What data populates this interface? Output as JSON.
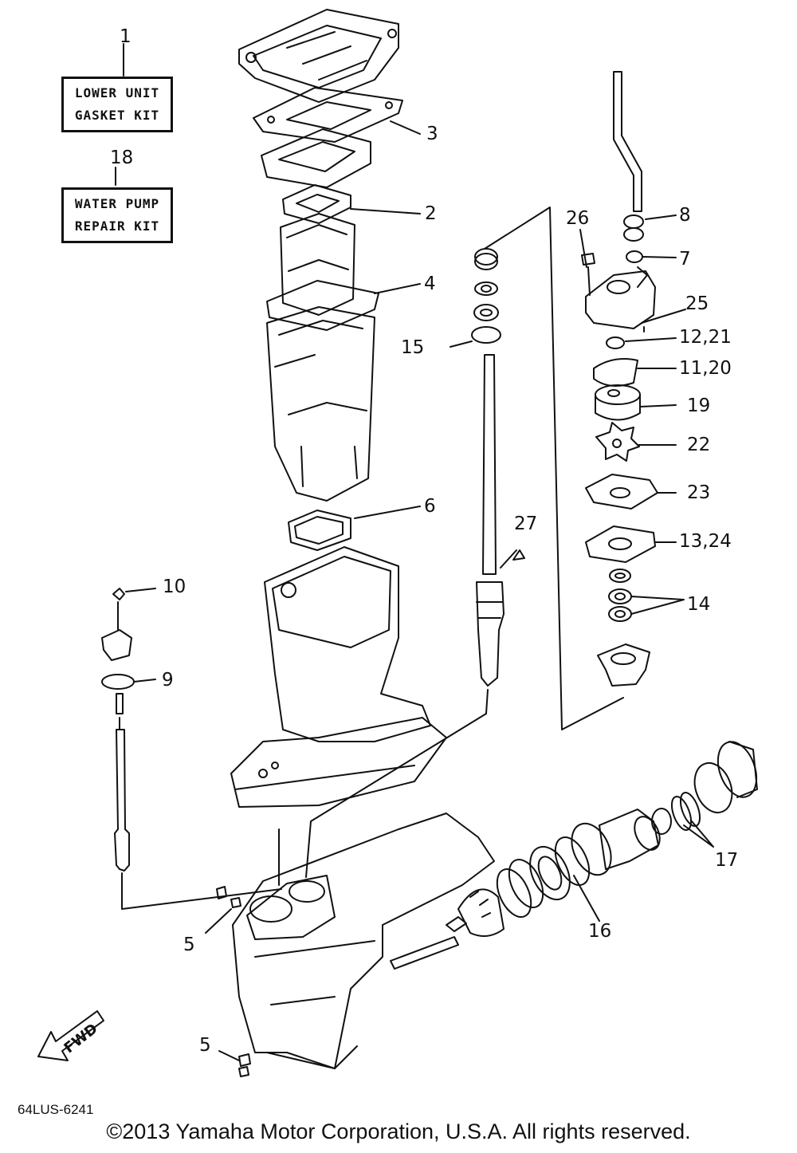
{
  "kits": [
    {
      "number": "1",
      "line1": "LOWER UNIT",
      "line2": "GASKET KIT"
    },
    {
      "number": "18",
      "line1": "WATER PUMP",
      "line2": "REPAIR KIT"
    }
  ],
  "callouts": {
    "c3": "3",
    "c2": "2",
    "c4": "4",
    "c6": "6",
    "c8": "8",
    "c26": "26",
    "c7": "7",
    "c25": "25",
    "c12_21": "12,21",
    "c15": "15",
    "c11_20": "11,20",
    "c19": "19",
    "c22": "22",
    "c23": "23",
    "c27": "27",
    "c13_24": "13,24",
    "c10": "10",
    "c14": "14",
    "c9": "9",
    "c17": "17",
    "c16": "16",
    "c5a": "5",
    "c5b": "5"
  },
  "fwd_label": "FWD",
  "diagram_code": "64LUS-6241",
  "copyright": "©2013 Yamaha Motor Corporation, U.S.A. All rights reserved."
}
